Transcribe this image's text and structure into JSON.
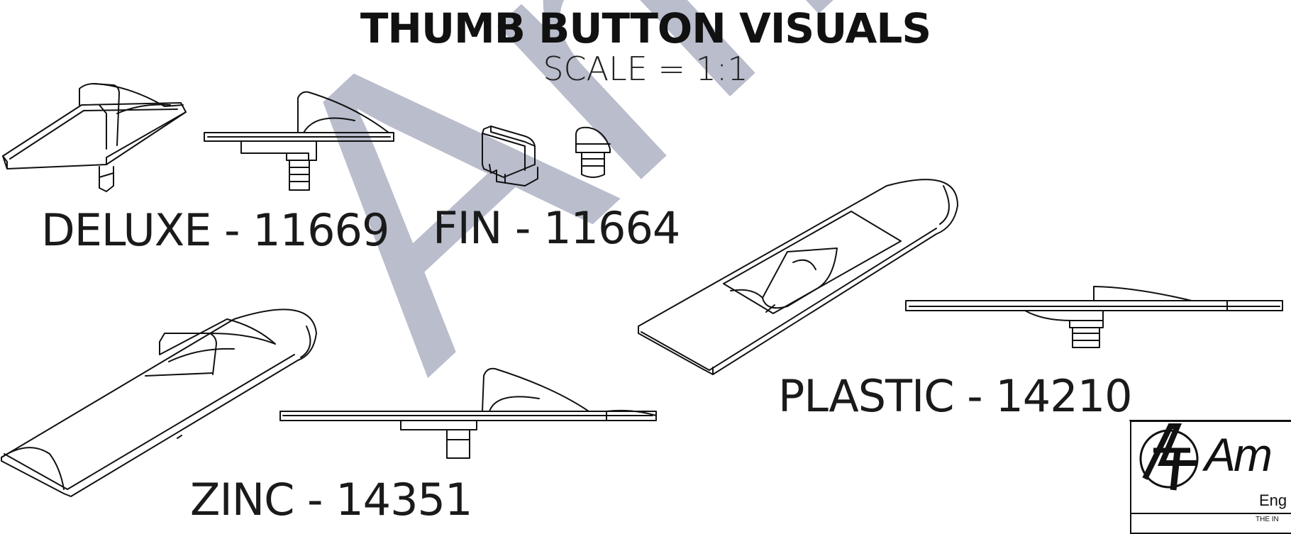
{
  "title": "THUMB BUTTON VISUALS",
  "scale": "SCALE = 1:1",
  "parts": [
    {
      "label": "DELUXE - 11669"
    },
    {
      "label": "FIN - 11664"
    },
    {
      "label": "PLASTIC - 14210"
    },
    {
      "label": "ZINC - 14351"
    }
  ],
  "watermark": "Ames",
  "title_block": {
    "company": "Am",
    "subtitle": "Eng",
    "fine_print": "THE IN"
  }
}
